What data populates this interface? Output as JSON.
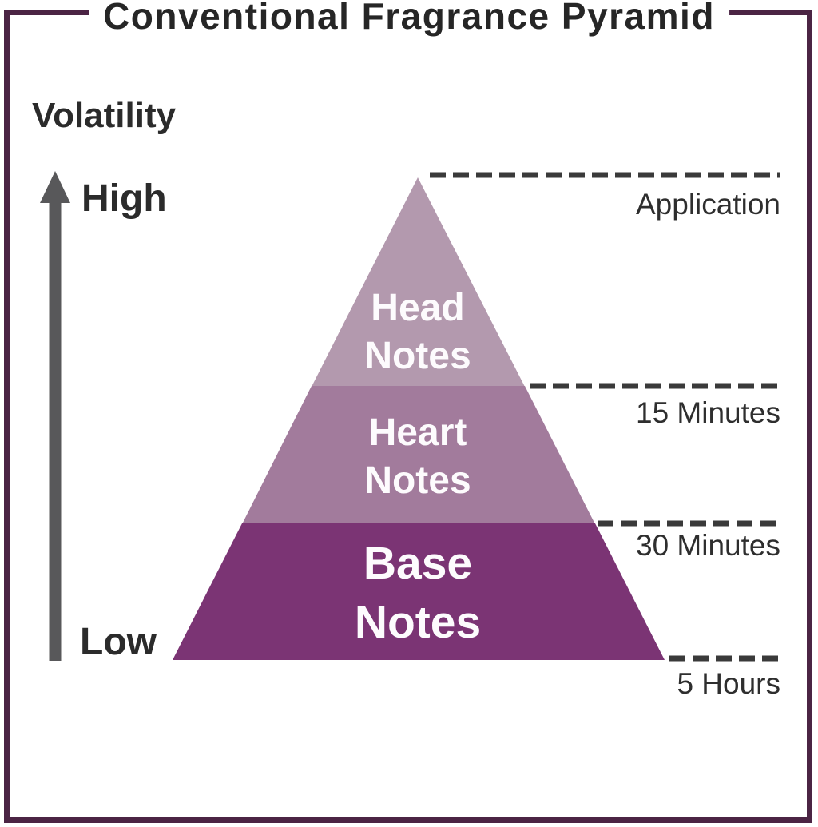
{
  "title": "Conventional Fragrance Pyramid",
  "axis": {
    "label": "Volatility",
    "high": "High",
    "low": "Low"
  },
  "pyramid": {
    "levels": [
      {
        "name": "Head Notes",
        "line1": "Head",
        "line2": "Notes",
        "color": "#b399ae",
        "marker": "15 Minutes"
      },
      {
        "name": "Heart Notes",
        "line1": "Heart",
        "line2": "Notes",
        "color": "#a27b9c",
        "marker": "30 Minutes"
      },
      {
        "name": "Base Notes",
        "line1": "Base",
        "line2": "Notes",
        "color": "#7b3474",
        "marker": "5 Hours"
      }
    ]
  },
  "timeline": {
    "markers": [
      {
        "label": "Application"
      },
      {
        "label": "15 Minutes"
      },
      {
        "label": "30 Minutes"
      },
      {
        "label": "5 Hours"
      }
    ]
  },
  "colors": {
    "frame_border": "#4b2444",
    "dashed_line": "#3a3a3a",
    "arrow": "#58585a",
    "text_dark": "#2b2b2b",
    "text_light": "#fdfbfd",
    "background": "#ffffff"
  }
}
